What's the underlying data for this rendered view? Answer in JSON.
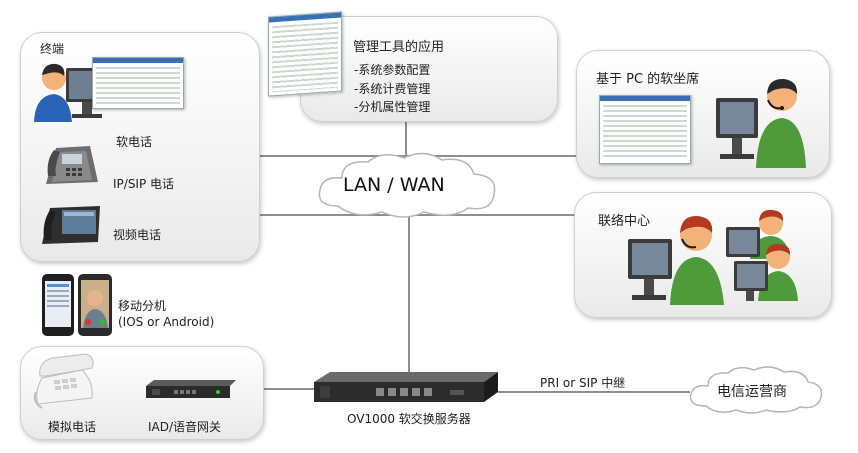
{
  "terminals": {
    "title": "终端",
    "softphone": "软电话",
    "ipsip": "IP/SIP 电话",
    "video": "视频电话"
  },
  "mgmt": {
    "title": "管理工具的应用",
    "items": [
      "-系统参数配置",
      "-系统计费管理",
      "-分机属性管理"
    ]
  },
  "pc_agent": {
    "title": "基于 PC 的软坐席"
  },
  "contact_center": {
    "title": "联络中心"
  },
  "network": {
    "label": "LAN / WAN"
  },
  "mobile": {
    "line1": "移动分机",
    "line2": "(IOS or Android)"
  },
  "analog": {
    "phone": "模拟电话",
    "iad": "IAD/语音网关"
  },
  "server": {
    "label": "OV1000 软交换服务器"
  },
  "trunk": {
    "label": "PRI or SIP  中继"
  },
  "carrier": {
    "label": "电信运营商"
  },
  "colors": {
    "line": "#8e8e8e",
    "skin": "#f2b27a",
    "hair": "#2a2a2a",
    "green": "#4f9a3a",
    "blue": "#2a63b8"
  }
}
